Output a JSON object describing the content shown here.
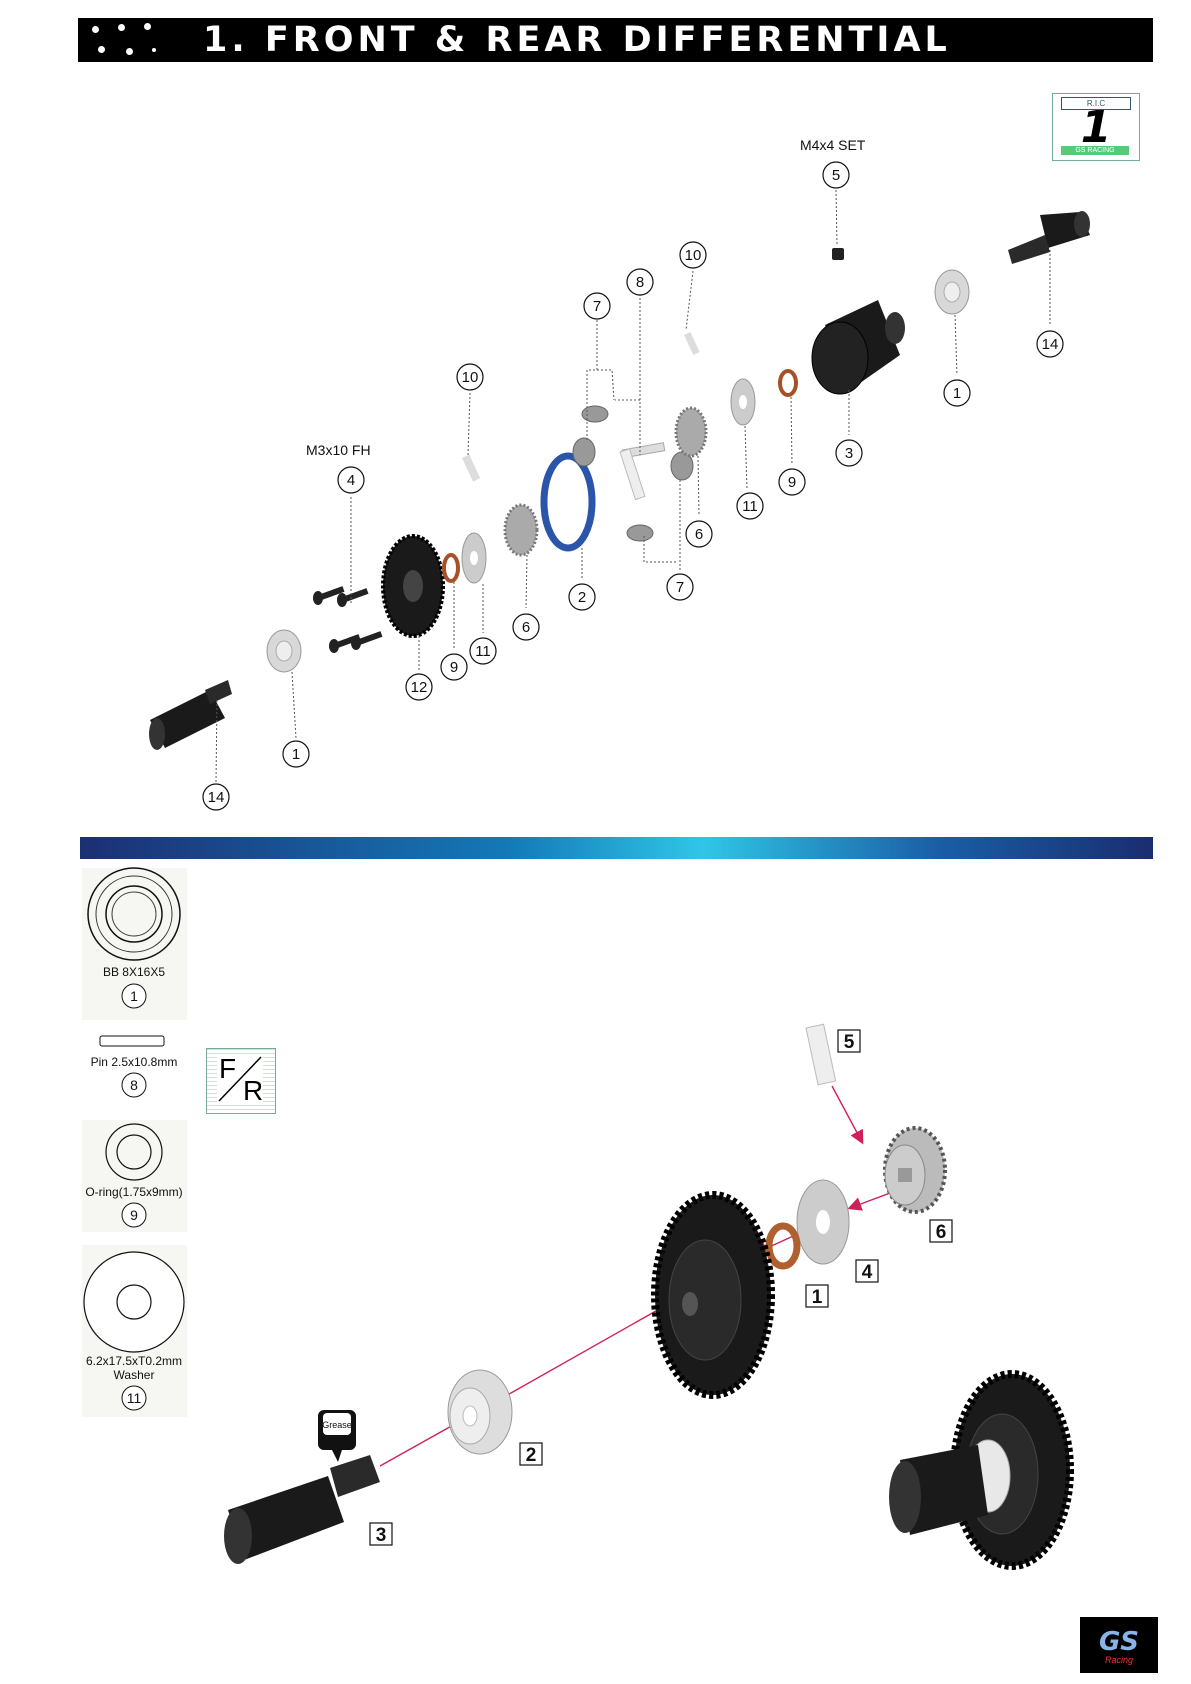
{
  "title": "1. FRONT & REAR DIFFERENTIAL",
  "badge": {
    "top": "R.I.C",
    "number": "1",
    "bottom": "GS RACING"
  },
  "exploded": {
    "screw_front_label": "M3x10 FH",
    "screw_set_label": "M4x4 SET",
    "callouts": [
      "10",
      "8",
      "7",
      "10",
      "5",
      "14",
      "3",
      "1",
      "9",
      "11",
      "6",
      "2",
      "7",
      "6",
      "11",
      "9",
      "12",
      "4",
      "1",
      "14"
    ]
  },
  "parts_list": [
    {
      "label": "BB 8X16X5",
      "num": "1"
    },
    {
      "label": "Pin 2.5x10.8mm",
      "num": "8"
    },
    {
      "label": "O-ring(1.75x9mm)",
      "num": "9"
    },
    {
      "label": "6.2x17.5xT0.2mm",
      "label2": "Washer",
      "num": "11"
    }
  ],
  "fr_marker": {
    "f": "F",
    "r": "R"
  },
  "steps": [
    "5",
    "6",
    "4",
    "1",
    "2",
    "3"
  ],
  "grease_label": "Grease",
  "logo": {
    "text": "GS",
    "sub": "Racing"
  }
}
